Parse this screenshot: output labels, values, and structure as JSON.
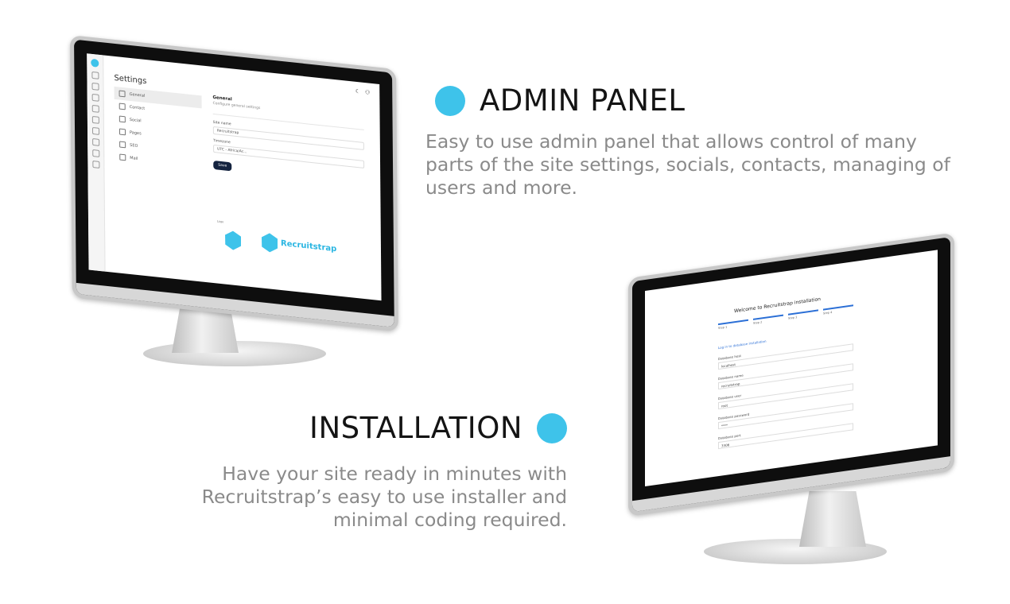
{
  "features": {
    "admin": {
      "title": "ADMIN PANEL",
      "description": "Easy to use admin panel that allows control of many parts of the site settings, socials, contacts, managing of users and more."
    },
    "installation": {
      "title": "INSTALLATION",
      "description": "Have your site ready in minutes with Recruitstrap’s easy to use installer and minimal coding required."
    }
  },
  "admin_screen": {
    "page_title": "Settings",
    "nav": [
      "General",
      "Contact",
      "Social",
      "Pages",
      "SEO",
      "Mail"
    ],
    "section_title": "General",
    "section_subtitle": "Configure general settings",
    "site_name_label": "Site name",
    "site_name_value": "Recruitstrap",
    "timezone_label": "Timezone",
    "timezone_value": "UTC - Africa/Ac...",
    "save_label": "Save",
    "logo_label": "Logo",
    "brand_name": "Recruitstrap"
  },
  "install_screen": {
    "title": "Welcome to Recruitstrap installation",
    "steps": [
      "Step 1",
      "Step 2",
      "Step 3",
      "Step 4"
    ],
    "link_text": "Log in to database installation",
    "fields": [
      {
        "label": "Database host",
        "value": "localhost"
      },
      {
        "label": "Database name",
        "value": "recruitstrap"
      },
      {
        "label": "Database user",
        "value": "root"
      },
      {
        "label": "Database password",
        "value": "****"
      },
      {
        "label": "Database port",
        "value": "3306"
      }
    ]
  },
  "colors": {
    "accent": "#3ec3ea",
    "title": "#141414",
    "description": "#8a8a8a"
  }
}
